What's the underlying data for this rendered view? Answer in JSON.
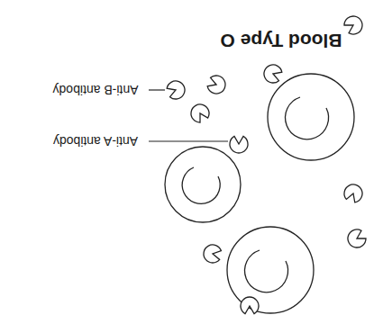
{
  "diagram": {
    "title": "Blood Type O",
    "labels": [
      "Anti-B antibody",
      "Anti-A antibody"
    ]
  }
}
